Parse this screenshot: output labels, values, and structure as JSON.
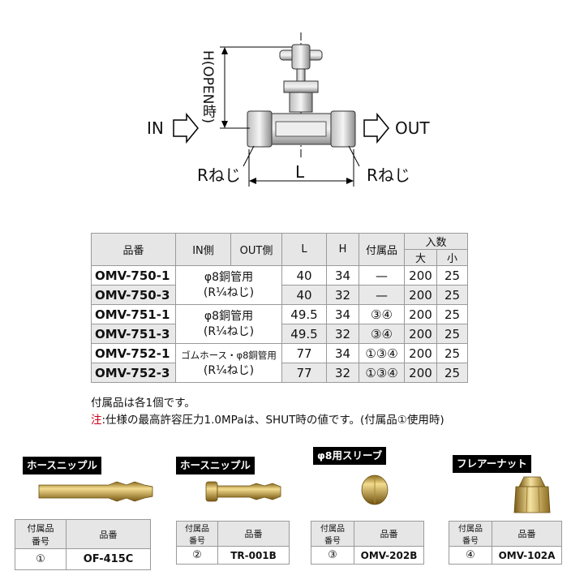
{
  "diagram": {
    "in_label": "IN",
    "out_label": "OUT",
    "h_label": "H(OPEN時)",
    "l_label": "L",
    "r_left": "Rねじ",
    "r_right": "Rねじ"
  },
  "spec_table": {
    "headers": {
      "part_no": "品番",
      "in_side": "IN側",
      "out_side": "OUT側",
      "l": "L",
      "h": "H",
      "accessory": "付属品",
      "qty": "入数",
      "large": "大",
      "small": "小"
    },
    "rows": [
      {
        "part_no": "OMV-750-1",
        "l": "40",
        "h": "34",
        "acc": "—",
        "large": "200",
        "small": "25"
      },
      {
        "part_no": "OMV-750-3",
        "l": "40",
        "h": "32",
        "acc": "—",
        "large": "200",
        "small": "25"
      },
      {
        "part_no": "OMV-751-1",
        "l": "49.5",
        "h": "34",
        "acc": "③④",
        "large": "200",
        "small": "25"
      },
      {
        "part_no": "OMV-751-3",
        "l": "49.5",
        "h": "32",
        "acc": "③④",
        "large": "200",
        "small": "25"
      },
      {
        "part_no": "OMV-752-1",
        "l": "77",
        "h": "34",
        "acc": "①③④",
        "large": "200",
        "small": "25"
      },
      {
        "part_no": "OMV-752-3",
        "l": "77",
        "h": "32",
        "acc": "①③④",
        "large": "200",
        "small": "25"
      }
    ],
    "groups": [
      {
        "line1": "φ8銅管用",
        "line2": "(R¼ねじ)"
      },
      {
        "line1": "φ8銅管用",
        "line2": "(R¼ねじ)"
      },
      {
        "line1": "ゴムホース・φ8銅管用",
        "line2": "(R¼ねじ)"
      }
    ]
  },
  "notes": {
    "line1": "付属品は各1個です。",
    "line2_prefix": "注",
    "line2_body": ":仕様の最高許容圧力1.0MPaは、SHUT時の値です。(付属品①使用時)"
  },
  "accessories": [
    {
      "tag": "ホースニップル",
      "h_no_1": "付属品",
      "h_no_2": "番号",
      "h_part": "品番",
      "number": "①",
      "part": "OF-415C"
    },
    {
      "tag": "ホースニップル",
      "h_no_1": "付属品",
      "h_no_2": "番号",
      "h_part": "品番",
      "number": "②",
      "part": "TR-001B"
    },
    {
      "tag": "φ8用スリーブ",
      "h_no_1": "付属品",
      "h_no_2": "番号",
      "h_part": "品番",
      "number": "③",
      "part": "OMV-202B"
    },
    {
      "tag": "フレアーナット",
      "h_no_1": "付属品",
      "h_no_2": "番号",
      "h_part": "品番",
      "number": "④",
      "part": "OMV-102A"
    }
  ],
  "colors": {
    "brass": "#c9a44a",
    "red": "#d0021b",
    "header_gray": "#e6e6e6"
  }
}
